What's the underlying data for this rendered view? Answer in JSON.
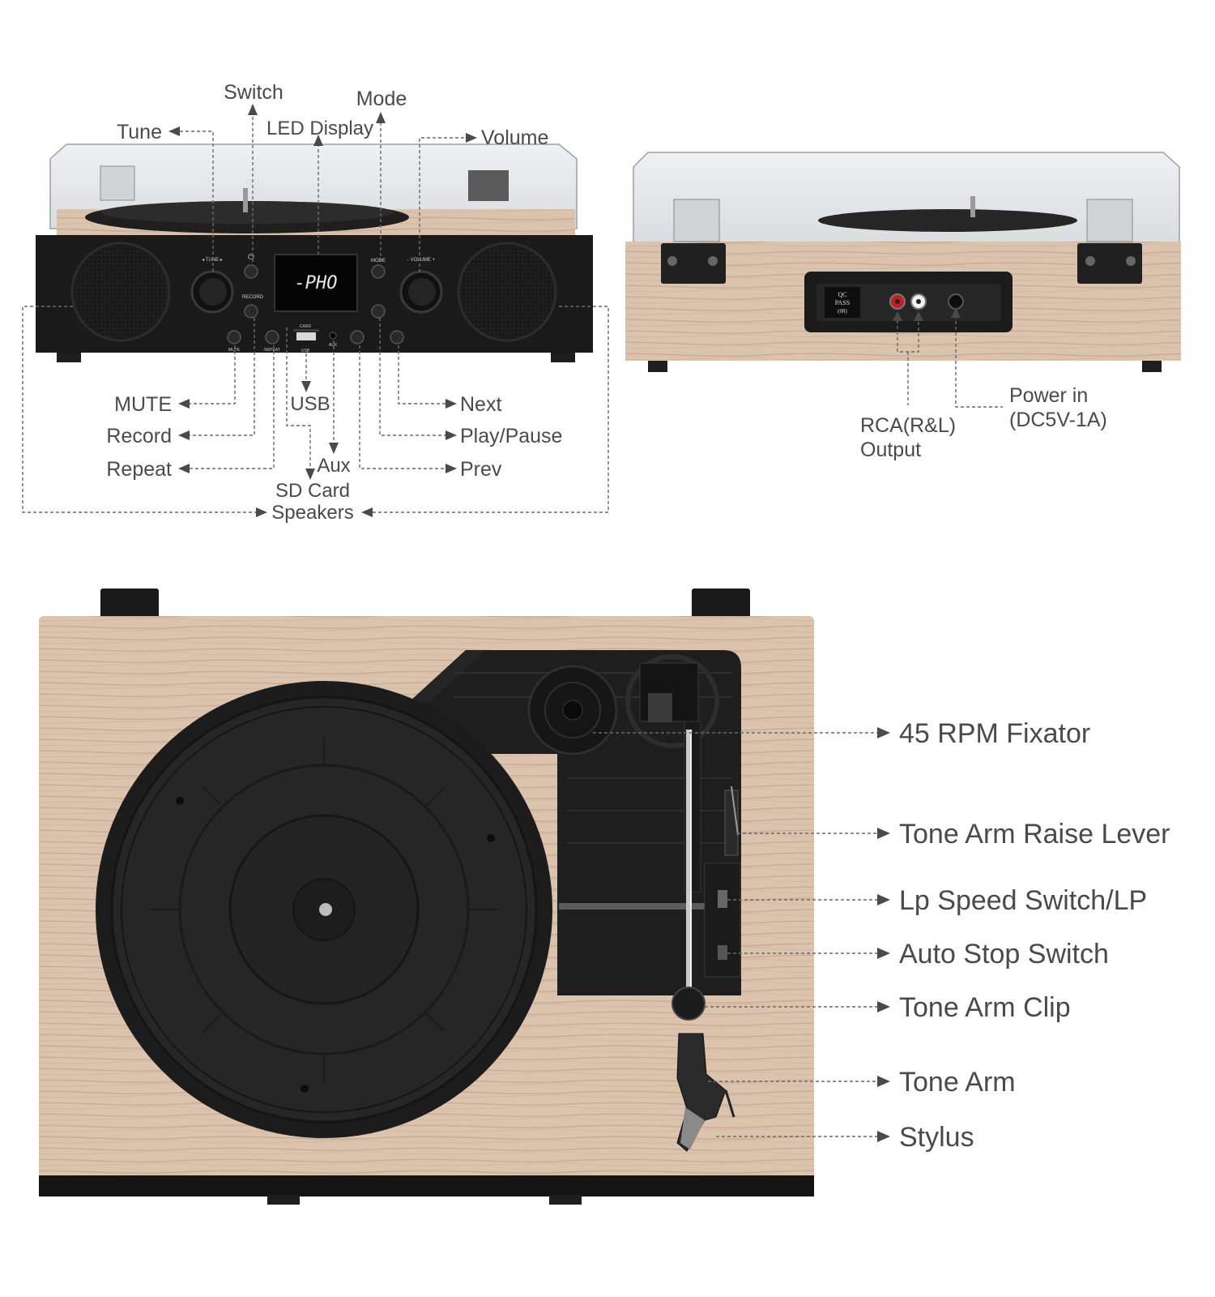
{
  "front_view": {
    "display_text": "-PHO",
    "panel_text": {
      "tune": "◂ TUNE ▸",
      "volume": "- VOLUME +",
      "record": "RECORD",
      "mode": "MODE",
      "card": "CARD",
      "usb": "USB",
      "aux": "AUX",
      "mute": "MUTE",
      "repeat": "REPEAT"
    },
    "labels": {
      "switch": "Switch",
      "mode": "Mode",
      "led_display": "LED Display",
      "tune": "Tune",
      "volume": "Volume",
      "mute": "MUTE",
      "record": "Record",
      "repeat": "Repeat",
      "usb": "USB",
      "aux": "Aux",
      "sd_card": "SD Card",
      "speakers": "Speakers",
      "next": "Next",
      "play_pause": "Play/Pause",
      "prev": "Prev"
    }
  },
  "back_view": {
    "qc_sticker": [
      "QC",
      "PASS",
      "(08)"
    ],
    "labels": {
      "rca_line1": "RCA(R&L)",
      "rca_line2": "Output",
      "power_line1": "Power in",
      "power_line2": "(DC5V-1A)"
    }
  },
  "top_view": {
    "labels": {
      "fixator": "45 RPM Fixator",
      "raise_lever": "Tone Arm Raise Lever",
      "speed_switch": "Lp Speed Switch/LP",
      "auto_stop": "Auto Stop Switch",
      "arm_clip": "Tone Arm Clip",
      "tone_arm": "Tone Arm",
      "stylus": "Stylus"
    }
  },
  "colors": {
    "wood": "#dcc3ad",
    "wood_grain": "#c9ad95",
    "body_black": "#1c1c1c",
    "platter": "#2a2a2a",
    "label_text": "#4a4a4a",
    "leader_line": "#6a6a6a"
  }
}
